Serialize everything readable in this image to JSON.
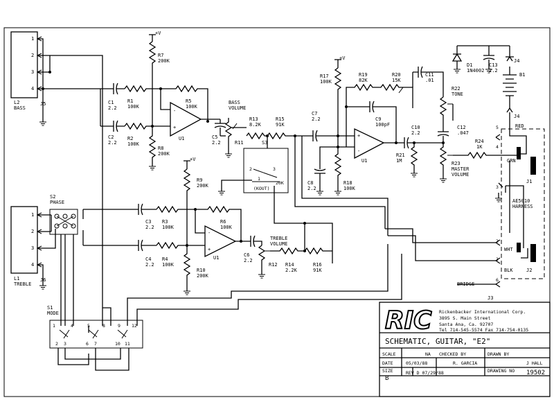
{
  "connectors": {
    "j5": {
      "pins": [
        "1",
        "2",
        "3",
        "4"
      ],
      "ref": "L2",
      "name": "BASS",
      "jack": "J5"
    },
    "j6": {
      "pins": [
        "1",
        "2",
        "3",
        "4"
      ],
      "ref": "L1",
      "name": "TREBLE",
      "jack": "J6"
    }
  },
  "power": {
    "vplus": "+V"
  },
  "components": {
    "r7": {
      "ref": "R7",
      "value": "200K"
    },
    "r8": {
      "ref": "R8",
      "value": "200K"
    },
    "r1": {
      "ref": "R1",
      "value": "100K"
    },
    "r2": {
      "ref": "R2",
      "value": "100K"
    },
    "r5": {
      "ref": "R5",
      "value": "100K"
    },
    "c1": {
      "ref": "C1",
      "value": "2.2"
    },
    "c2": {
      "ref": "C2",
      "value": "2.2"
    },
    "u1a": {
      "ref": "U1"
    },
    "c5": {
      "ref": "C5",
      "value": "2.2"
    },
    "r11": {
      "ref": "R11"
    },
    "bass_volume": {
      "line1": "BASS",
      "line2": "VOLUME"
    },
    "r13": {
      "ref": "R13",
      "value": "8.2K"
    },
    "r15": {
      "ref": "R15",
      "value": "91K"
    },
    "s3": {
      "ref": "S3",
      "pin_a": "2",
      "pin_b": "3",
      "pin_c": "1",
      "value": "20K",
      "label": "(KOUT)"
    },
    "c7": {
      "ref": "C7",
      "value": "2.2"
    },
    "r17": {
      "ref": "R17",
      "value": "100K"
    },
    "r18": {
      "ref": "R18",
      "value": "100K"
    },
    "c8": {
      "ref": "C8",
      "value": "2.2"
    },
    "r19": {
      "ref": "R19",
      "value": "82K"
    },
    "r20": {
      "ref": "R20",
      "value": "15K"
    },
    "c9": {
      "ref": "C9",
      "value": "100pF"
    },
    "c11": {
      "ref": "C11",
      "value": ".01"
    },
    "u1b": {
      "ref": "U1"
    },
    "c10": {
      "ref": "C10",
      "value": "2.2"
    },
    "r21": {
      "ref": "R21",
      "value": "1M"
    },
    "r22": {
      "ref": "R22",
      "line2": "TONE"
    },
    "c12": {
      "ref": "C12",
      "value": ".047"
    },
    "r23": {
      "ref": "R23",
      "line2": "MASTER",
      "line3": "VOLUME"
    },
    "r24": {
      "ref": "R24",
      "value": "1K"
    },
    "d1": {
      "ref": "D1",
      "value": "1N4002"
    },
    "c13": {
      "ref": "C13",
      "value": "2.2"
    },
    "b1": {
      "ref": "B1"
    },
    "j4a": {
      "ref": "J4"
    },
    "j4b": {
      "ref": "J4"
    },
    "s2": {
      "ref": "S2",
      "name": "PHASE"
    },
    "c3": {
      "ref": "C3",
      "value": "2.2"
    },
    "r3": {
      "ref": "R3",
      "value": "100K"
    },
    "r6": {
      "ref": "R6",
      "value": "100K"
    },
    "c4": {
      "ref": "C4",
      "value": "2.2"
    },
    "r4": {
      "ref": "R4",
      "value": "100K"
    },
    "r9": {
      "ref": "R9",
      "value": "200K"
    },
    "r10": {
      "ref": "R10",
      "value": "200K"
    },
    "u1c": {
      "ref": "U1"
    },
    "c6": {
      "ref": "C6",
      "value": "2.2"
    },
    "treble_volume": {
      "line1": "TREBLE",
      "line2": "VOLUME"
    },
    "r12": {
      "ref": "R12"
    },
    "r14": {
      "ref": "R14",
      "value": "2.2K"
    },
    "r16": {
      "ref": "R16",
      "value": "91K"
    },
    "s1": {
      "ref": "S1",
      "name": "MODE",
      "top": [
        "1",
        "4",
        "5",
        "8",
        "9",
        "12"
      ],
      "bottom": [
        "2",
        "3",
        "6",
        "7",
        "10",
        "11"
      ]
    }
  },
  "harness": {
    "name1": "AE5010",
    "name2": "HARNESS",
    "red": "RED",
    "grn": "GRN",
    "wht": "WHT",
    "blk": "BLK",
    "bridge": "BRIDGE",
    "j1": "J1",
    "j2": "J2",
    "j3": "J3",
    "pins": [
      "1",
      "2",
      "3",
      "4",
      "5",
      "6"
    ]
  },
  "title_block": {
    "logo": "RIC",
    "company": "Rickenbacker International Corp.",
    "address1": "3895 S. Main Street",
    "address2": "Santa Ana, Ca. 92707",
    "phone": "Tel 714-545-5574  Fax 714-754-0135",
    "title": "SCHEMATIC, GUITAR, \"E2\"",
    "scale_label": "SCALE",
    "scale_value": "NA",
    "date_label": "DATE",
    "date_value": "05/03/88",
    "checked_label": "CHECKED BY",
    "checked_value": "R. GARCIA",
    "drawn_label": "DRAWN BY",
    "drawn_value": "J HALL",
    "size_label": "SIZE",
    "size_value": "B",
    "rev": "REV D 07/29/88",
    "drawing_label": "DRAWING NO",
    "drawing_no": "19502"
  }
}
